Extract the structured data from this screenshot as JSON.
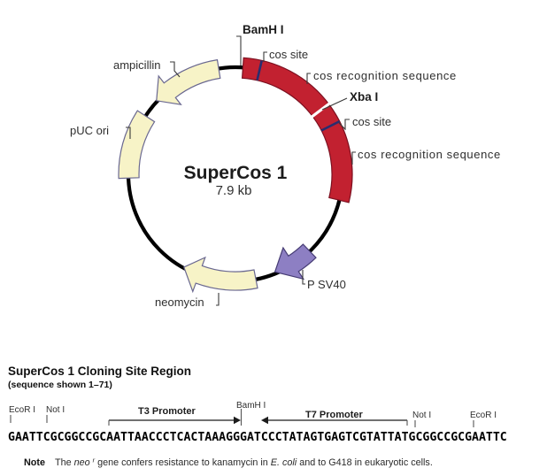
{
  "map": {
    "title": "SuperCos 1",
    "size_label": "7.9 kb",
    "features": {
      "bamhi": "BamH I",
      "cos_site_top": "cos site",
      "cos_recognition_top": "cos recognition sequence",
      "xbai": "Xba I",
      "cos_site_mid": "cos site",
      "cos_recognition_mid": "cos recognition sequence",
      "ampicillin": "ampicillin",
      "puc_ori": "pUC ori",
      "neomycin": "neomycin",
      "p_sv40": "P SV40"
    },
    "colors": {
      "cos_band_red": "#c22130",
      "feature_cream": "#f7f3c7",
      "promoter_purple": "#8d7fc3",
      "cos_tick_navy": "#2a2d6e",
      "backbone_black": "#000000"
    }
  },
  "cloning_site": {
    "heading": "SuperCos 1 Cloning Site Region",
    "subheading": "(sequence shown 1–71)",
    "sequence": "GAATTCGCGGCCGCAATTAACCCTCACTAAAGGGATCCCTATAGTGAGTCGTATTATGCGGCCGCGAATTC",
    "sites": {
      "ecori_left": "EcoR I",
      "noti_left": "Not I",
      "t3_promoter": "T3 Promoter",
      "bamhi": "BamH I",
      "t7_promoter": "T7 Promoter",
      "noti_right": "Not I",
      "ecori_right": "EcoR I"
    }
  },
  "note": {
    "label": "Note",
    "p1": "The ",
    "gene": "neo",
    "gene_sup": "r",
    "p2": " gene confers resistance to kanamycin in ",
    "species": "E. coli",
    "p3": " and to G418 in eukaryotic cells."
  }
}
